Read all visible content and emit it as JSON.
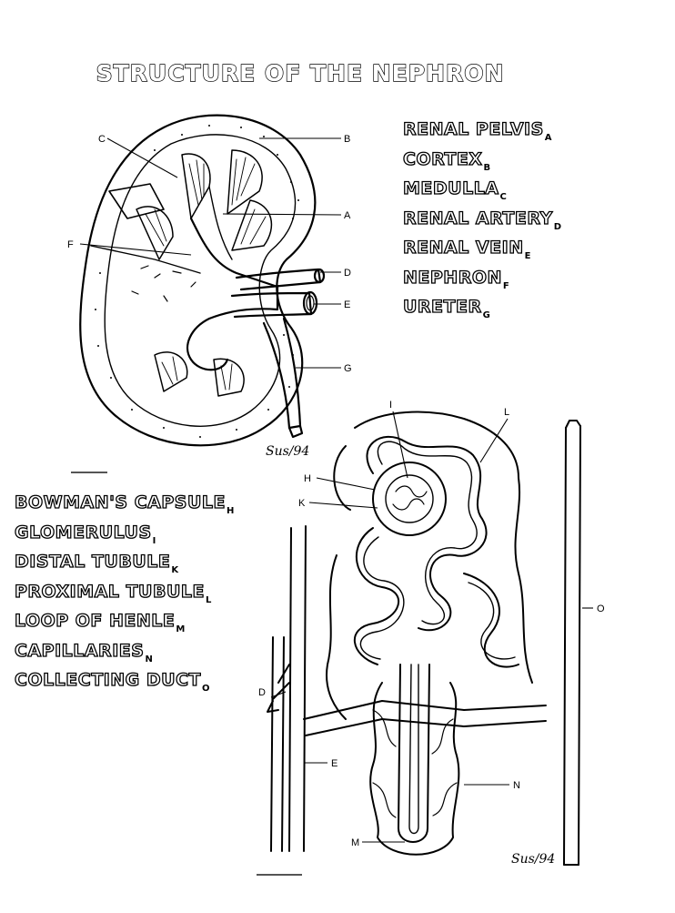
{
  "title": "STRUCTURE OF THE NEPHRON",
  "kidney_terms": [
    {
      "name": "RENAL PELVIS",
      "letter": "A"
    },
    {
      "name": "CORTEX",
      "letter": "B"
    },
    {
      "name": "MEDULLA",
      "letter": "C"
    },
    {
      "name": "RENAL ARTERY",
      "letter": "D"
    },
    {
      "name": "RENAL VEIN",
      "letter": "E"
    },
    {
      "name": "NEPHRON",
      "letter": "F"
    },
    {
      "name": "URETER",
      "letter": "G"
    }
  ],
  "nephron_terms": [
    {
      "name": "BOWMAN'S CAPSULE",
      "letter": "H"
    },
    {
      "name": "GLOMERULUS",
      "letter": "I"
    },
    {
      "name": "DISTAL TUBULE",
      "letter": "K"
    },
    {
      "name": "PROXIMAL TUBULE",
      "letter": "L"
    },
    {
      "name": "LOOP OF HENLE",
      "letter": "M"
    },
    {
      "name": "CAPILLARIES",
      "letter": "N"
    },
    {
      "name": "COLLECTING DUCT",
      "letter": "O"
    }
  ],
  "kidney_labels": {
    "a": "A",
    "b": "B",
    "c": "C",
    "d": "D",
    "e": "E",
    "f": "F",
    "g": "G"
  },
  "nephron_labels": {
    "i": "I",
    "l": "L",
    "h": "H",
    "k": "K",
    "o": "O",
    "d": "D",
    "e": "E",
    "n": "N",
    "m": "M"
  },
  "signatures": {
    "kidney": "Sus/94",
    "nephron": "Sus/94"
  },
  "colors": {
    "ink": "#000000",
    "paper": "#ffffff"
  }
}
